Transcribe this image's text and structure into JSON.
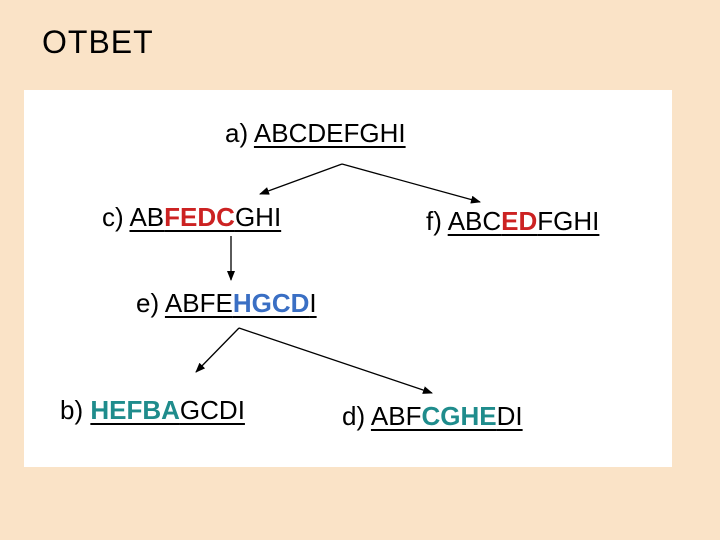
{
  "title": "ОТВЕТ",
  "colors": {
    "background": "#fae3c7",
    "panel": "#ffffff",
    "red": "#cc2222",
    "blue": "#3a6fc4",
    "teal": "#1f8c8c"
  },
  "nodes": {
    "a": {
      "label": "a)",
      "segments": [
        {
          "text": "ABCDEFGHI",
          "color": "plain"
        }
      ]
    },
    "c": {
      "label": "c)",
      "segments": [
        {
          "text": "AB",
          "color": "plain"
        },
        {
          "text": "FEDC",
          "color": "red"
        },
        {
          "text": "GHI",
          "color": "plain"
        }
      ]
    },
    "f": {
      "label": "f)",
      "segments": [
        {
          "text": "ABC",
          "color": "plain"
        },
        {
          "text": "ED",
          "color": "red"
        },
        {
          "text": "FGHI",
          "color": "plain"
        }
      ]
    },
    "e": {
      "label": "e)",
      "segments": [
        {
          "text": "ABFE",
          "color": "plain"
        },
        {
          "text": "HGCD",
          "color": "blue"
        },
        {
          "text": "I",
          "color": "plain"
        }
      ]
    },
    "b": {
      "label": "b)",
      "segments": [
        {
          "text": "HEFBA",
          "color": "teal"
        },
        {
          "text": "GCDI",
          "color": "plain"
        }
      ]
    },
    "d": {
      "label": "d)",
      "segments": [
        {
          "text": "ABF",
          "color": "plain"
        },
        {
          "text": "CGHE",
          "color": "teal"
        },
        {
          "text": "DI",
          "color": "plain"
        }
      ]
    }
  },
  "edges": [
    {
      "from": "a",
      "to": "c"
    },
    {
      "from": "a",
      "to": "f"
    },
    {
      "from": "c",
      "to": "e"
    },
    {
      "from": "e",
      "to": "b"
    },
    {
      "from": "e",
      "to": "d"
    }
  ]
}
